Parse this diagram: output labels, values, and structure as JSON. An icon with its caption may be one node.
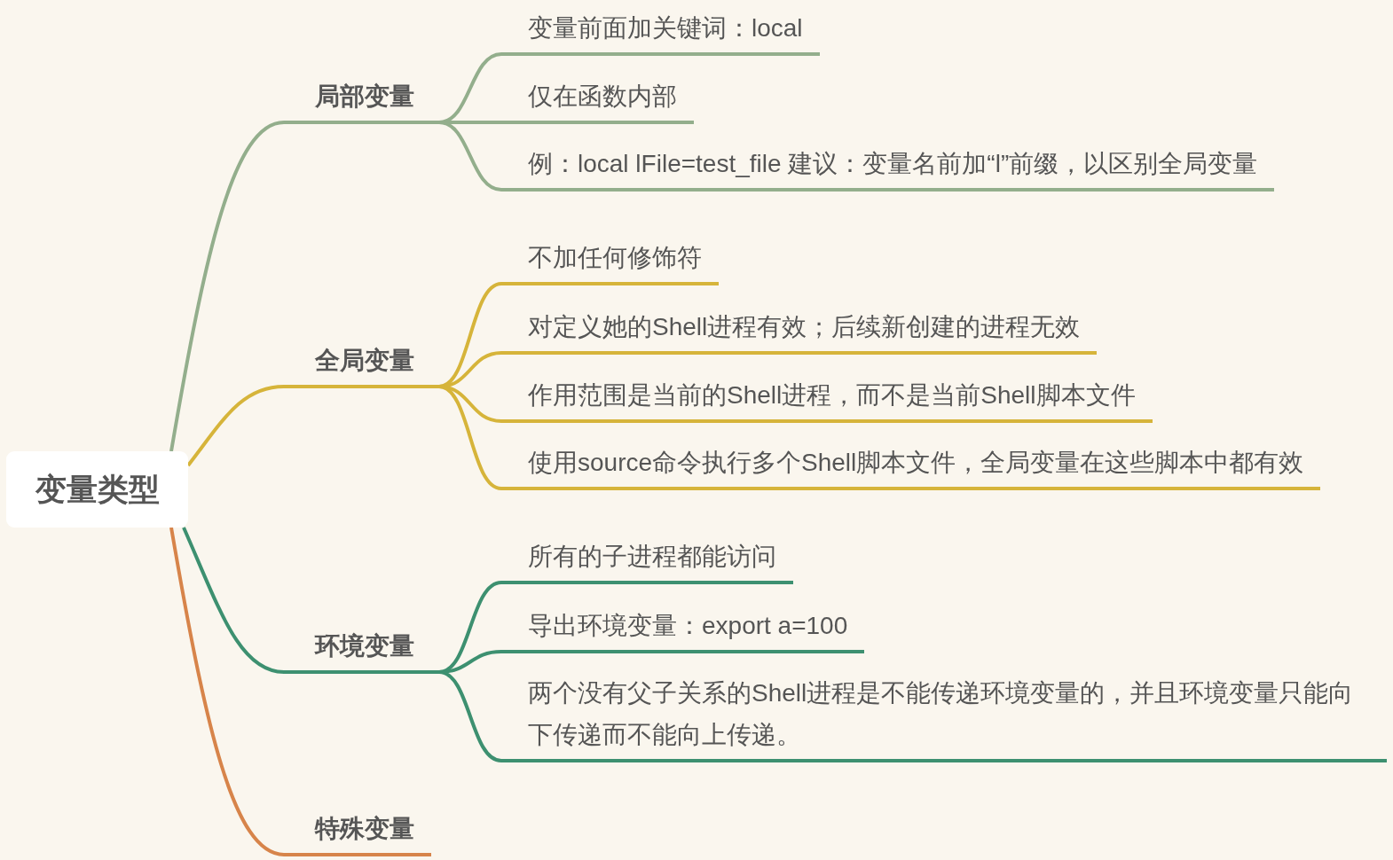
{
  "diagram": {
    "nodes": [
      {
        "text": [
          "变量类型"
        ]
      },
      {
        "text": [
          "局部变量"
        ]
      },
      {
        "text": [
          "变量前面加关键词：local"
        ]
      },
      {
        "text": [
          "仅在函数内部"
        ]
      },
      {
        "text": [
          "例：local lFile=test_file 建议：变量名前加“l”前缀，以区别全局变量"
        ]
      },
      {
        "text": [
          "全局变量"
        ]
      },
      {
        "text": [
          "不加任何修饰符"
        ]
      },
      {
        "text": [
          "对定义她的Shell进程有效；后续新创建的进程无效"
        ]
      },
      {
        "text": [
          "作用范围是当前的Shell进程，而不是当前Shell脚本文件"
        ]
      },
      {
        "text": [
          "使用source命令执行多个Shell脚本文件，全局变量在这些脚本中都有效"
        ]
      },
      {
        "text": [
          "环境变量"
        ]
      },
      {
        "text": [
          "所有的子进程都能访问"
        ]
      },
      {
        "text": [
          "导出环境变量：export a=100"
        ]
      },
      {
        "text": [
          "两个没有父子关系的Shell进程是不能传递环境变量的，并且环境变量只能向下传递而不能向上传递。"
        ]
      },
      {
        "text": [
          "特殊变量"
        ]
      }
    ],
    "edges": [
      {
        "from": 0,
        "to": 1,
        "arrow": "none",
        "color": "#93ae8c"
      },
      {
        "from": 1,
        "to": 2,
        "arrow": "none",
        "color": "#93ae8c"
      },
      {
        "from": 1,
        "to": 3,
        "arrow": "none",
        "color": "#93ae8c"
      },
      {
        "from": 1,
        "to": 4,
        "arrow": "none",
        "color": "#93ae8c"
      },
      {
        "from": 0,
        "to": 5,
        "arrow": "none"
      },
      {
        "from": 5,
        "to": 6,
        "arrow": "none"
      },
      {
        "from": 5,
        "to": 7,
        "arrow": "none"
      },
      {
        "from": 5,
        "to": 8,
        "arrow": "none"
      },
      {
        "from": 5,
        "to": 9,
        "arrow": "none"
      },
      {
        "from": 0,
        "to": 10,
        "arrow": "none",
        "color": "#3d9070"
      },
      {
        "from": 10,
        "to": 11,
        "arrow": "none",
        "color": "#3d9070"
      },
      {
        "from": 10,
        "to": 12,
        "arrow": "none",
        "color": "#3d9070"
      },
      {
        "from": 10,
        "to": 13,
        "arrow": "none",
        "color": "#3d9070"
      },
      {
        "from": 0,
        "to": 14,
        "arrow": "none",
        "color": "#d7844a"
      }
    ]
  }
}
